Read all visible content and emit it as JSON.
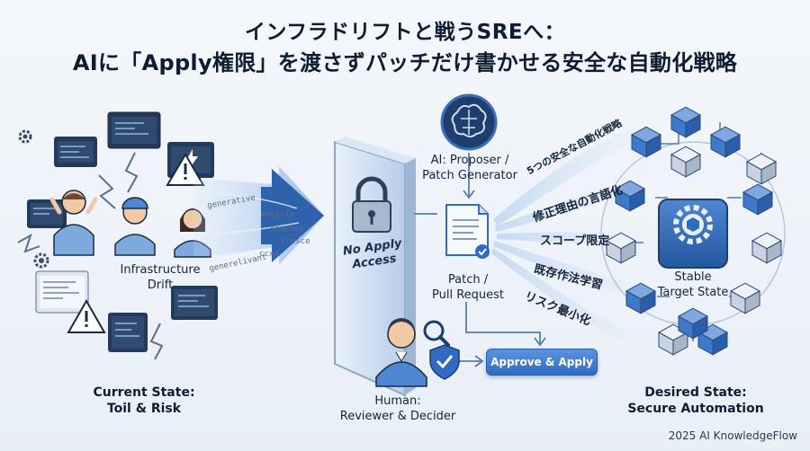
{
  "title_line1": "インフラドリフトと戦うSREへ：",
  "title_line2": "AIに「Apply権限」を渡さずパッチだけ書かせる安全な自動化戦略",
  "left": {
    "drift_label_1": "Infrastructure",
    "drift_label_2": "Drift",
    "state_line1": "Current State:",
    "state_line2": "Toil & Risk",
    "code_words": [
      "generative",
      "generelivant",
      "Recelle",
      "cemancy",
      "Tresce",
      "ccxe"
    ]
  },
  "wall": {
    "line1": "No Apply",
    "line2": "Access"
  },
  "ai": {
    "line1": "AI: Proposer /",
    "line2": "Patch Generator"
  },
  "patch": {
    "line1": "Patch /",
    "line2": "Pull Request"
  },
  "strategies": [
    "5つの安全な自動化戦略",
    "修正理由の言語化",
    "スコープ限定",
    "既存作法学習",
    "リスク最小化"
  ],
  "human": {
    "line1": "Human:",
    "line2": "Reviewer & Decider"
  },
  "approve_label": "Approve & Apply",
  "right": {
    "target_line1": "Stable",
    "target_line2": "Target State",
    "state_line1": "Desired State:",
    "state_line2": "Secure Automation"
  },
  "credit": "2025 AI KnowledgeFlow",
  "colors": {
    "accent": "#2f6bc2",
    "dark": "#1b3a66",
    "cube_blue": "#3f79c9",
    "cube_gray": "#c9d2de"
  }
}
